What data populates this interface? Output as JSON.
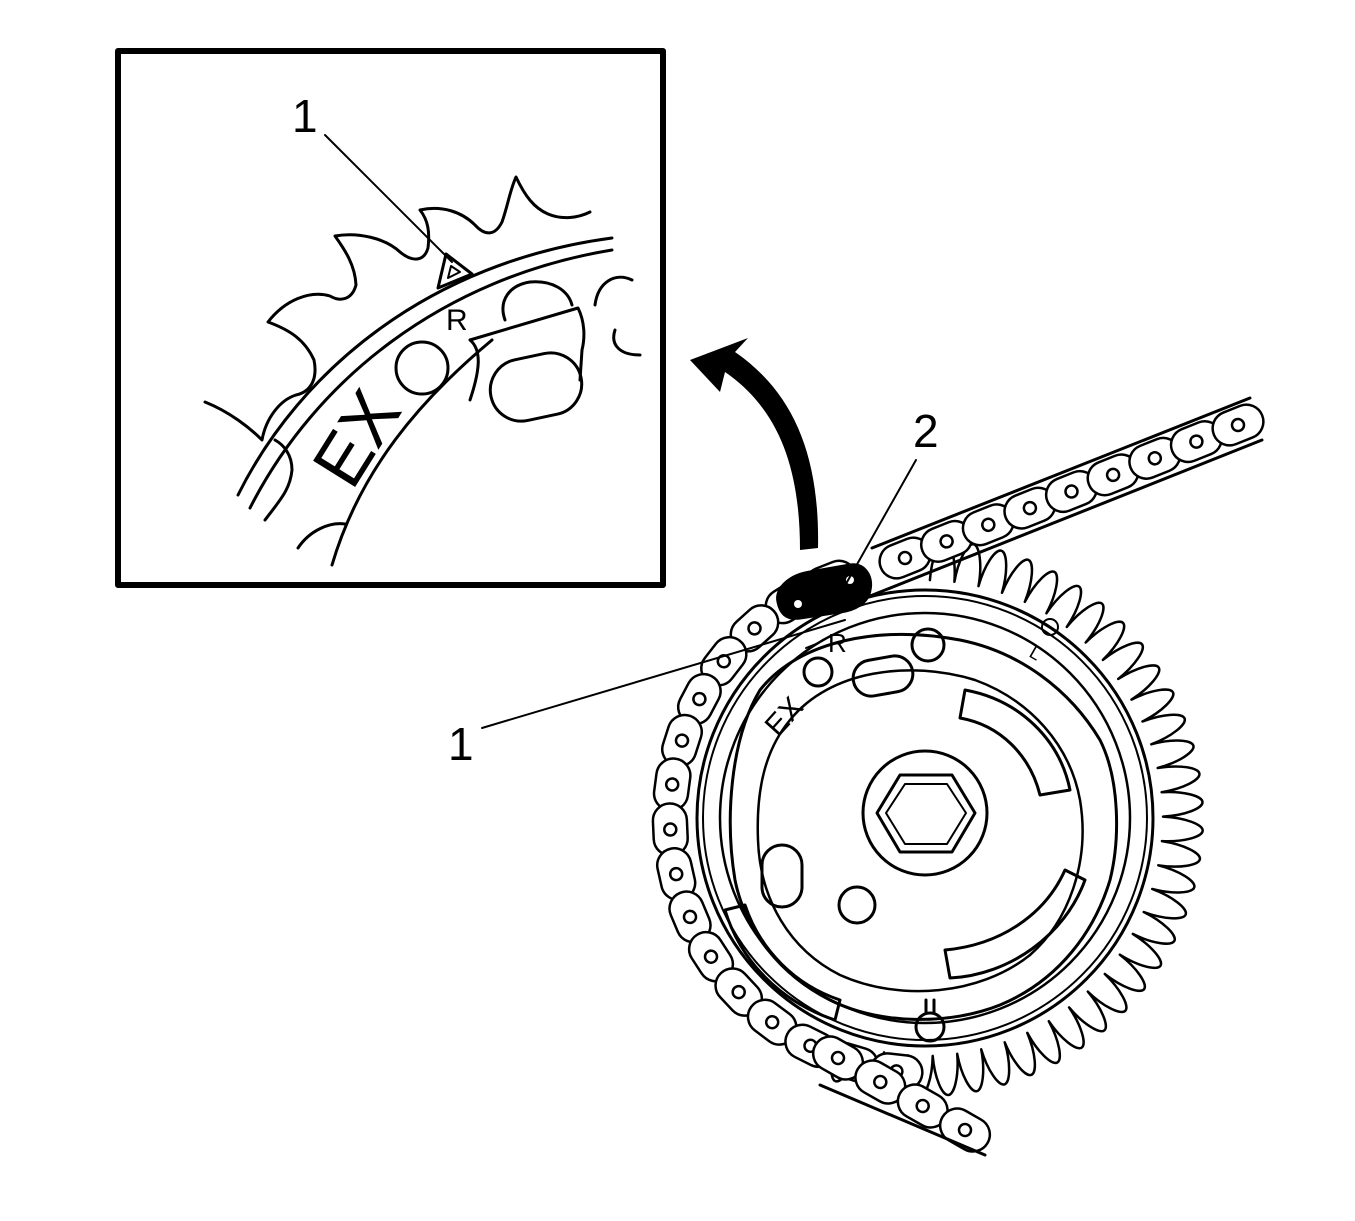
{
  "callouts": {
    "inset_1": "1",
    "main_1": "1",
    "main_2": "2"
  },
  "stamps": {
    "inset_ex": "EX",
    "inset_r": "R",
    "main_ex": "EX",
    "main_r": "R",
    "main_l": "L"
  },
  "colors": {
    "line": "#000000",
    "background": "#ffffff"
  }
}
